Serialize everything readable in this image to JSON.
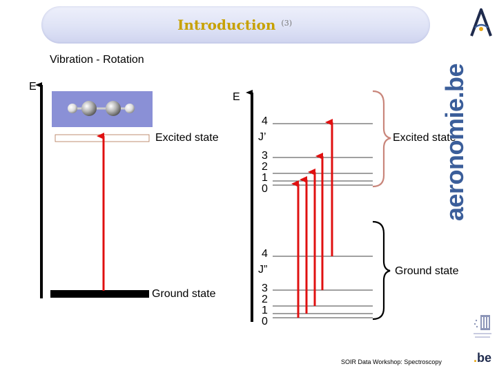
{
  "header": {
    "title": "Introduction",
    "title_number": "(3)"
  },
  "subtitle": "Vibration - Rotation",
  "left_diagram": {
    "axis_label": "E",
    "excited_label": "Excited state",
    "ground_label": "Ground state"
  },
  "right_diagram": {
    "axis_label": "E",
    "upper_levels": [
      "4",
      "J’",
      "3",
      "2",
      "1",
      "0"
    ],
    "lower_levels": [
      "4",
      "J”",
      "3",
      "2",
      "1",
      "0"
    ],
    "excited_label": "Excited state",
    "ground_label": "Ground state"
  },
  "logo": {
    "text": "aeronomie.be"
  },
  "footer": {
    "text": "SOIR Data Workshop: Spectroscopy",
    "be_logo_prefix": ".",
    "be_logo_text": "be"
  },
  "colors": {
    "title": "#c7a100",
    "arrow": "#e01010",
    "molecule_box": "#8a90d6",
    "bracket": "#c9867b",
    "logo": "#3b5e9a"
  }
}
